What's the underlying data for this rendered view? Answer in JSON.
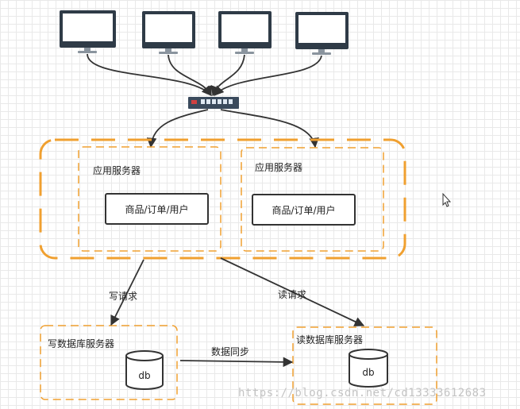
{
  "colors": {
    "orange": "#f0a030",
    "line": "#333333",
    "monitor": "#2f3b47"
  },
  "app_group": {
    "servers": [
      {
        "title": "应用服务器",
        "module": "商品/订单/用户"
      },
      {
        "title": "应用服务器",
        "module": "商品/订单/用户"
      }
    ]
  },
  "edges": {
    "write_request": "写请求",
    "read_request": "读请求",
    "data_sync": "数据同步"
  },
  "write_db": {
    "title": "写数据库服务器",
    "db_label": "db"
  },
  "read_db": {
    "title": "读数据库服务器",
    "db_label": "db"
  },
  "watermark": "https://blog.csdn.net/cd13333612683",
  "icons": {
    "monitor": "monitor-icon",
    "switch": "network-switch-icon",
    "cursor": "mouse-cursor-icon"
  }
}
